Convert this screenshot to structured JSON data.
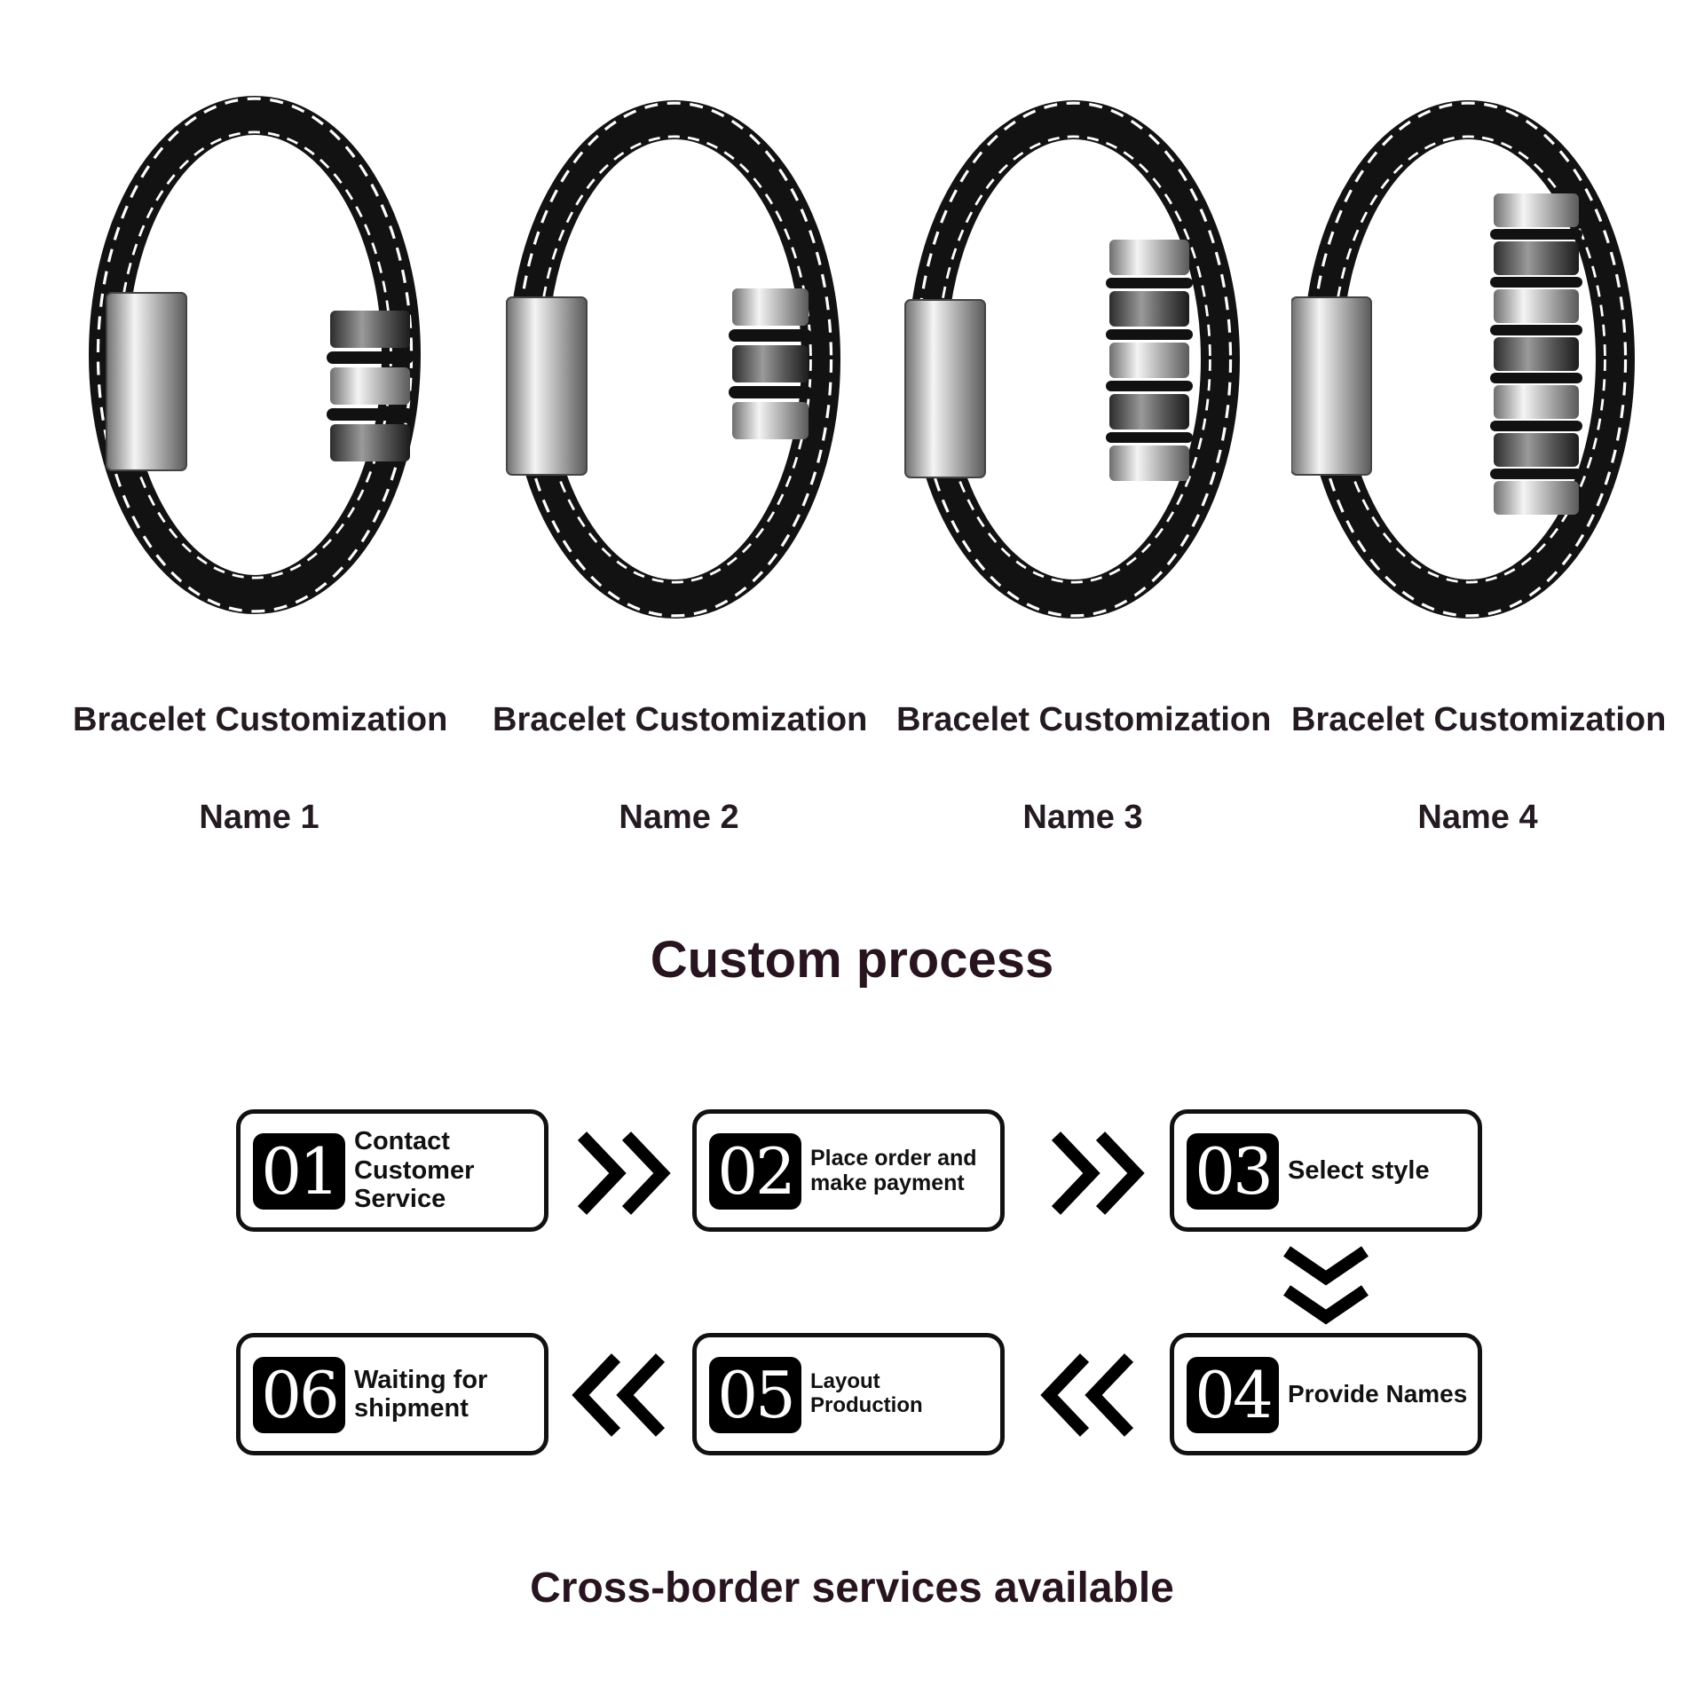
{
  "products": [
    {
      "title": "Bracelet Customization",
      "name": "Name 1"
    },
    {
      "title": "Bracelet Customization",
      "name": "Name 2"
    },
    {
      "title": "Bracelet Customization",
      "name": "Name 3"
    },
    {
      "title": "Bracelet Customization",
      "name": "Name 4"
    }
  ],
  "process": {
    "title": "Custom process",
    "steps": [
      {
        "number": "01",
        "label": "Contact Customer Service"
      },
      {
        "number": "02",
        "label": "Place order and make payment"
      },
      {
        "number": "03",
        "label": "Select style"
      },
      {
        "number": "04",
        "label": "Provide Names"
      },
      {
        "number": "05",
        "label": "Layout Production"
      },
      {
        "number": "06",
        "label": "Waiting for shipment"
      }
    ]
  },
  "footer": {
    "text": "Cross-border services available"
  },
  "colors": {
    "text": "#241a22",
    "band": "#111111",
    "stitch": "#ffffff",
    "steel": "#d8d8d8"
  }
}
